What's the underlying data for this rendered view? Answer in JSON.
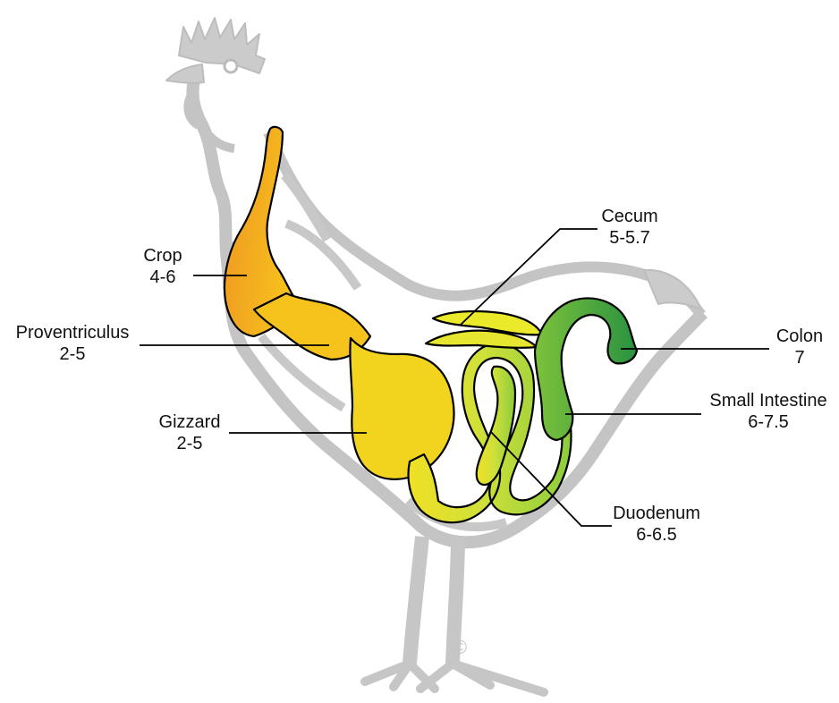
{
  "colors": {
    "background": "#ffffff",
    "silhouette": "#c9c9c9",
    "crop": "#f0a020",
    "gizzard": "#f2d820",
    "intestine_start": "#e2e23a",
    "colon": "#2e9a44",
    "leader_line": "#000000"
  },
  "labels": {
    "crop": {
      "name": "Crop",
      "value": "4-6"
    },
    "proventriculus": {
      "name": "Proventriculus",
      "value": "2-5"
    },
    "gizzard": {
      "name": "Gizzard",
      "value": "2-5"
    },
    "cecum": {
      "name": "Cecum",
      "value": "5-5.7"
    },
    "colon": {
      "name": "Colon",
      "value": "7"
    },
    "small_intestine": {
      "name": "Small Intestine",
      "value": "6-7.5"
    },
    "duodenum": {
      "name": "Duodenum",
      "value": "6-6.5"
    }
  },
  "copyright_symbol": "©"
}
